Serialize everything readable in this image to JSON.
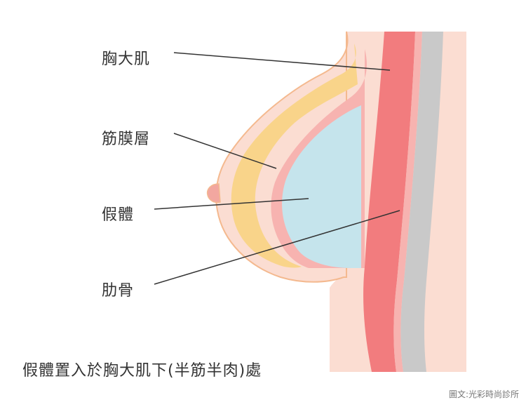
{
  "labels": {
    "pectoralis": "胸大肌",
    "fascia": "筋膜層",
    "implant": "假體",
    "rib": "肋骨"
  },
  "caption": "假體置入於胸大肌下(半筋半肉)處",
  "credit": "圖文:光彩時尚診所",
  "colors": {
    "skin": "#FBDDD2",
    "skin_outline": "#F4B98F",
    "fat": "#F9D48A",
    "fascia_pink": "#F7B3B0",
    "muscle": "#F27C7E",
    "rib": "#C9C9C9",
    "implant": "#C5E4EC",
    "line": "#333333"
  }
}
